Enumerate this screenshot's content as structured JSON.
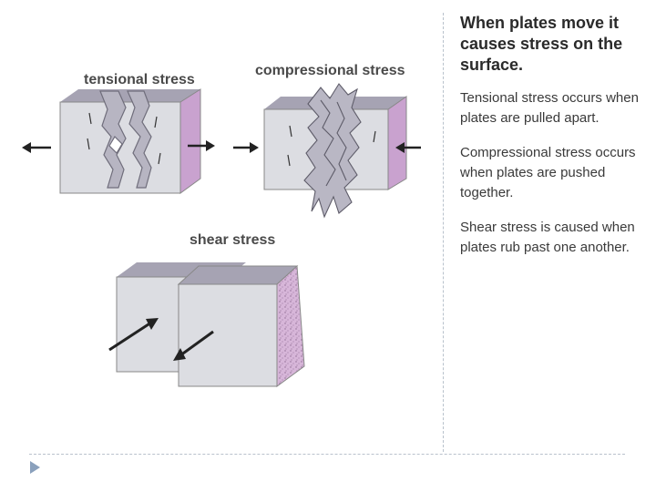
{
  "diagram": {
    "labels": {
      "tensional": "tensional stress",
      "compressional": "compressional stress",
      "shear": "shear stress"
    },
    "colors": {
      "block_face": "#dcdde2",
      "block_top": "#a6a3b3",
      "block_side": "#c9a2cf",
      "shear_side": "#d3b2d6",
      "arrow": "#222222",
      "crack": "#9a98a6"
    }
  },
  "text": {
    "heading": "When plates move it causes stress on the surface.",
    "tensional": "Tensional stress occurs when plates are pulled apart.",
    "compressional": "Compressional stress occurs when plates are pushed together.",
    "shear": "Shear stress is caused when plates rub past one another."
  },
  "nav": {
    "icon": "play-arrow-icon"
  }
}
